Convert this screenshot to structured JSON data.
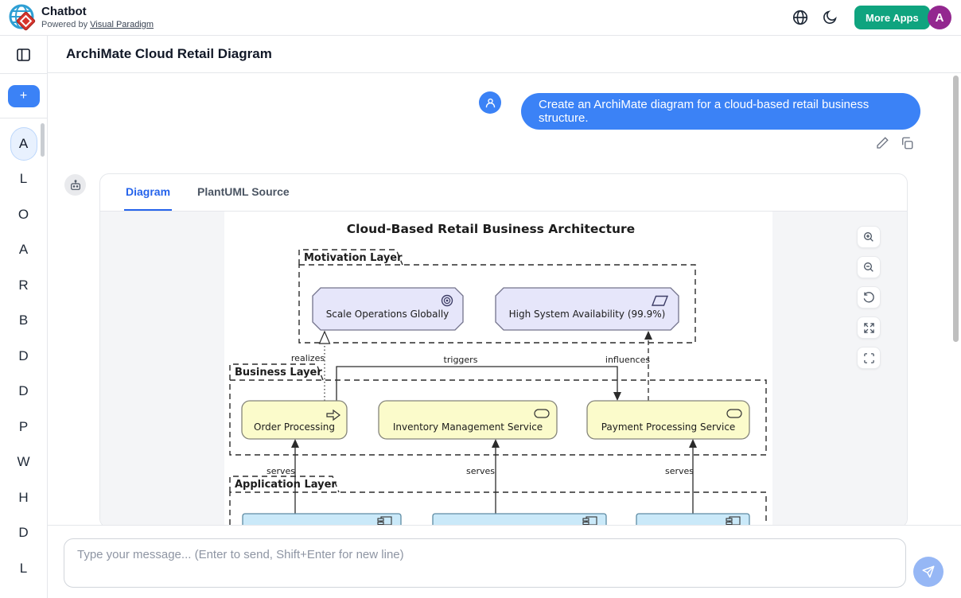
{
  "header": {
    "app_title": "Chatbot",
    "powered_prefix": "Powered by",
    "powered_link": "Visual Paradigm",
    "more_apps_label": "More Apps",
    "avatar_letter": "A"
  },
  "page": {
    "title": "ArchiMate Cloud Retail Diagram"
  },
  "sidebar": {
    "new_chat_label": "+",
    "items": [
      {
        "letter": "A",
        "active": true
      },
      {
        "letter": "L"
      },
      {
        "letter": "O"
      },
      {
        "letter": "A"
      },
      {
        "letter": "R"
      },
      {
        "letter": "B"
      },
      {
        "letter": "D"
      },
      {
        "letter": "D"
      },
      {
        "letter": "P"
      },
      {
        "letter": "W"
      },
      {
        "letter": "H"
      },
      {
        "letter": "D"
      },
      {
        "letter": "L"
      }
    ]
  },
  "chat": {
    "user_message": "Create an ArchiMate diagram for a cloud-based retail business structure.",
    "tabs": [
      {
        "label": "Diagram",
        "active": true
      },
      {
        "label": "PlantUML Source",
        "active": false
      }
    ],
    "zoom_controls": [
      "zoom-in",
      "zoom-out",
      "reset-view",
      "expand",
      "fullscreen"
    ]
  },
  "composer": {
    "placeholder": "Type your message... (Enter to send, Shift+Enter for new line)"
  },
  "diagram": {
    "title": "Cloud-Based Retail Business Architecture",
    "layers": [
      {
        "name": "Motivation Layer",
        "elements": [
          {
            "label": "Scale Operations Globally",
            "type": "goal"
          },
          {
            "label": "High System Availability (99.9%)",
            "type": "outcome"
          }
        ]
      },
      {
        "name": "Business Layer",
        "elements": [
          {
            "label": "Order Processing",
            "type": "business-process"
          },
          {
            "label": "Inventory Management Service",
            "type": "business-service"
          },
          {
            "label": "Payment Processing Service",
            "type": "business-service"
          }
        ]
      },
      {
        "name": "Application Layer",
        "elements": [
          {
            "type": "application-component"
          },
          {
            "type": "application-component"
          },
          {
            "type": "application-component"
          }
        ]
      }
    ],
    "relations": [
      {
        "label": "realizes"
      },
      {
        "label": "triggers"
      },
      {
        "label": "influences"
      },
      {
        "label": "serves"
      },
      {
        "label": "serves"
      },
      {
        "label": "serves"
      }
    ]
  },
  "colors": {
    "accent_blue": "#3b82f6",
    "tab_active_blue": "#2563eb",
    "more_apps_green": "#0fa47f",
    "avatar_purple": "#93278f",
    "motivation_fill": "#e6e6fa",
    "business_fill": "#fbfbcb",
    "application_fill": "#cae9f9"
  }
}
